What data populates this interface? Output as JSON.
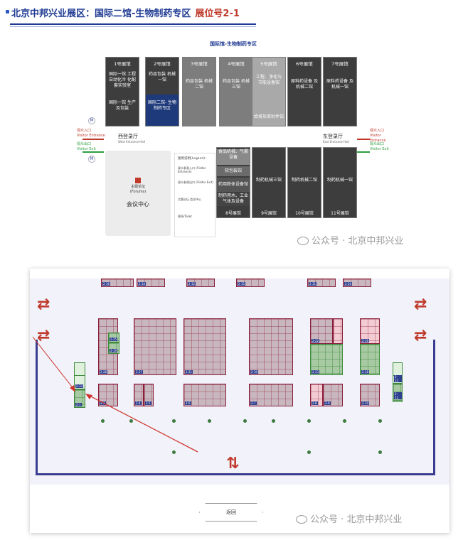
{
  "header": {
    "title_main": "北京中邦兴业展区：国际二馆-生物制药专区",
    "title_booth": "展位号2-1"
  },
  "plan": {
    "title": "国际馆-生物制药专区",
    "halls_top": [
      {
        "name": "1号展馆",
        "desc": "国际一馆 工程自动化冷 化配套实验室",
        "desc2": "国际一馆 生产及包装"
      },
      {
        "name": "2号展馆",
        "desc": "药品包装 机械一馆",
        "desc2": "国际二馆- 生物制药专区"
      },
      {
        "name": "3号展馆",
        "desc": "药品包装 机械二馆",
        "desc2": ""
      },
      {
        "name": "4号展馆",
        "desc": "药品包装 机械三馆",
        "desc2": ""
      },
      {
        "name": "5号展馆",
        "desc": "工程、净化与 节能设备馆",
        "desc2": "给排及密封件馆"
      },
      {
        "name": "6号展馆",
        "desc": "原料药设备 及机械二馆",
        "desc2": ""
      },
      {
        "name": "7号展馆",
        "desc": "原料药设备 及机械一馆",
        "desc2": ""
      }
    ],
    "halls_bottom": [
      {
        "name": "8号展馆",
        "items": [
          "食品机械、气雾设备",
          "软包装馆",
          "药用粉体设备馆",
          "制药用水、工业气体及设备"
        ]
      },
      {
        "name": "9号展馆",
        "desc": "制药机械三馆"
      },
      {
        "name": "10号展馆",
        "desc": "制药机械二馆"
      },
      {
        "name": "11号展馆",
        "desc": "制药机械一馆"
      }
    ],
    "west_lobby": "西登录厅",
    "west_lobby_en": "West Entrance Hall",
    "east_lobby": "东登录厅",
    "east_lobby_en": "East Entrance Hall",
    "west_in": "观众入口",
    "west_in_en": "Visitor Entrance",
    "west_out": "观众出口",
    "west_out_en": "Visitor Exit",
    "east_in": "观众入口",
    "east_in_en": "Visitor Entrance",
    "east_out": "观众出口",
    "east_out_en": "Visitor Exit",
    "forum": "主题论坛",
    "forum_en": "(Forums)",
    "conference": "会议中心",
    "legend_title": "图例说明(Legend)：",
    "legend_items": [
      "观众参观入口 (Visitor Entrance)",
      "观众参观出口 (Visitor Exit)",
      "主题论坛 会议中心",
      "厕所/Toilet"
    ]
  },
  "watermark": "公众号 · 北京中邦兴业",
  "booths": [
    "2-1",
    "2-2",
    "2-3",
    "2-4",
    "2-5",
    "2-6",
    "2-7",
    "2-8",
    "2-9",
    "2-10",
    "2-11",
    "2-12",
    "2-15",
    "2-16",
    "2-18",
    "2-19",
    "2-21",
    "2-22",
    "2-23",
    "2-25",
    "2-26",
    "2-27",
    "2-28",
    "2-30",
    "2-31",
    "2-32",
    "2-33",
    "2-34",
    "2-35",
    "2-36"
  ],
  "back_button": "返回",
  "colors": {
    "brand_blue": "#1f3a93",
    "accent_red": "#c0392b",
    "green": "#2e9e3e"
  }
}
